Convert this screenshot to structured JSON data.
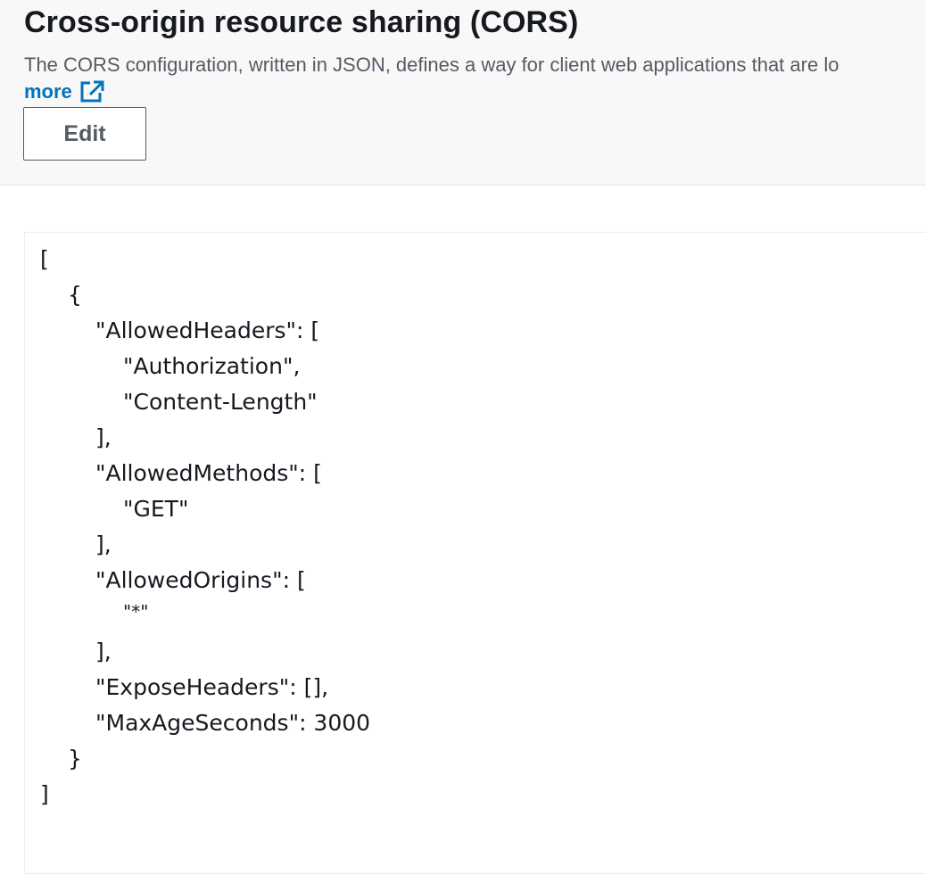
{
  "header": {
    "title": "Cross-origin resource sharing (CORS)",
    "description": "The CORS configuration, written in JSON, defines a way for client web applications that are lo",
    "learn_more_label": "more",
    "edit_label": "Edit"
  },
  "icons": {
    "external_link": "external-link-icon"
  },
  "colors": {
    "link": "#0073bb",
    "header_bg": "#f8f8f8",
    "text_primary": "#16191f",
    "text_secondary": "#545b64"
  },
  "cors_config": {
    "lines": [
      "[",
      "{",
      "\"AllowedHeaders\": [",
      "\"Authorization\",",
      "\"Content-Length\"",
      "],",
      "\"AllowedMethods\": [",
      "\"GET\"",
      "],",
      "\"AllowedOrigins\": [",
      "\"*\"",
      "],",
      "\"ExposeHeaders\": [],",
      "\"MaxAgeSeconds\": 3000",
      "}",
      "]"
    ]
  }
}
